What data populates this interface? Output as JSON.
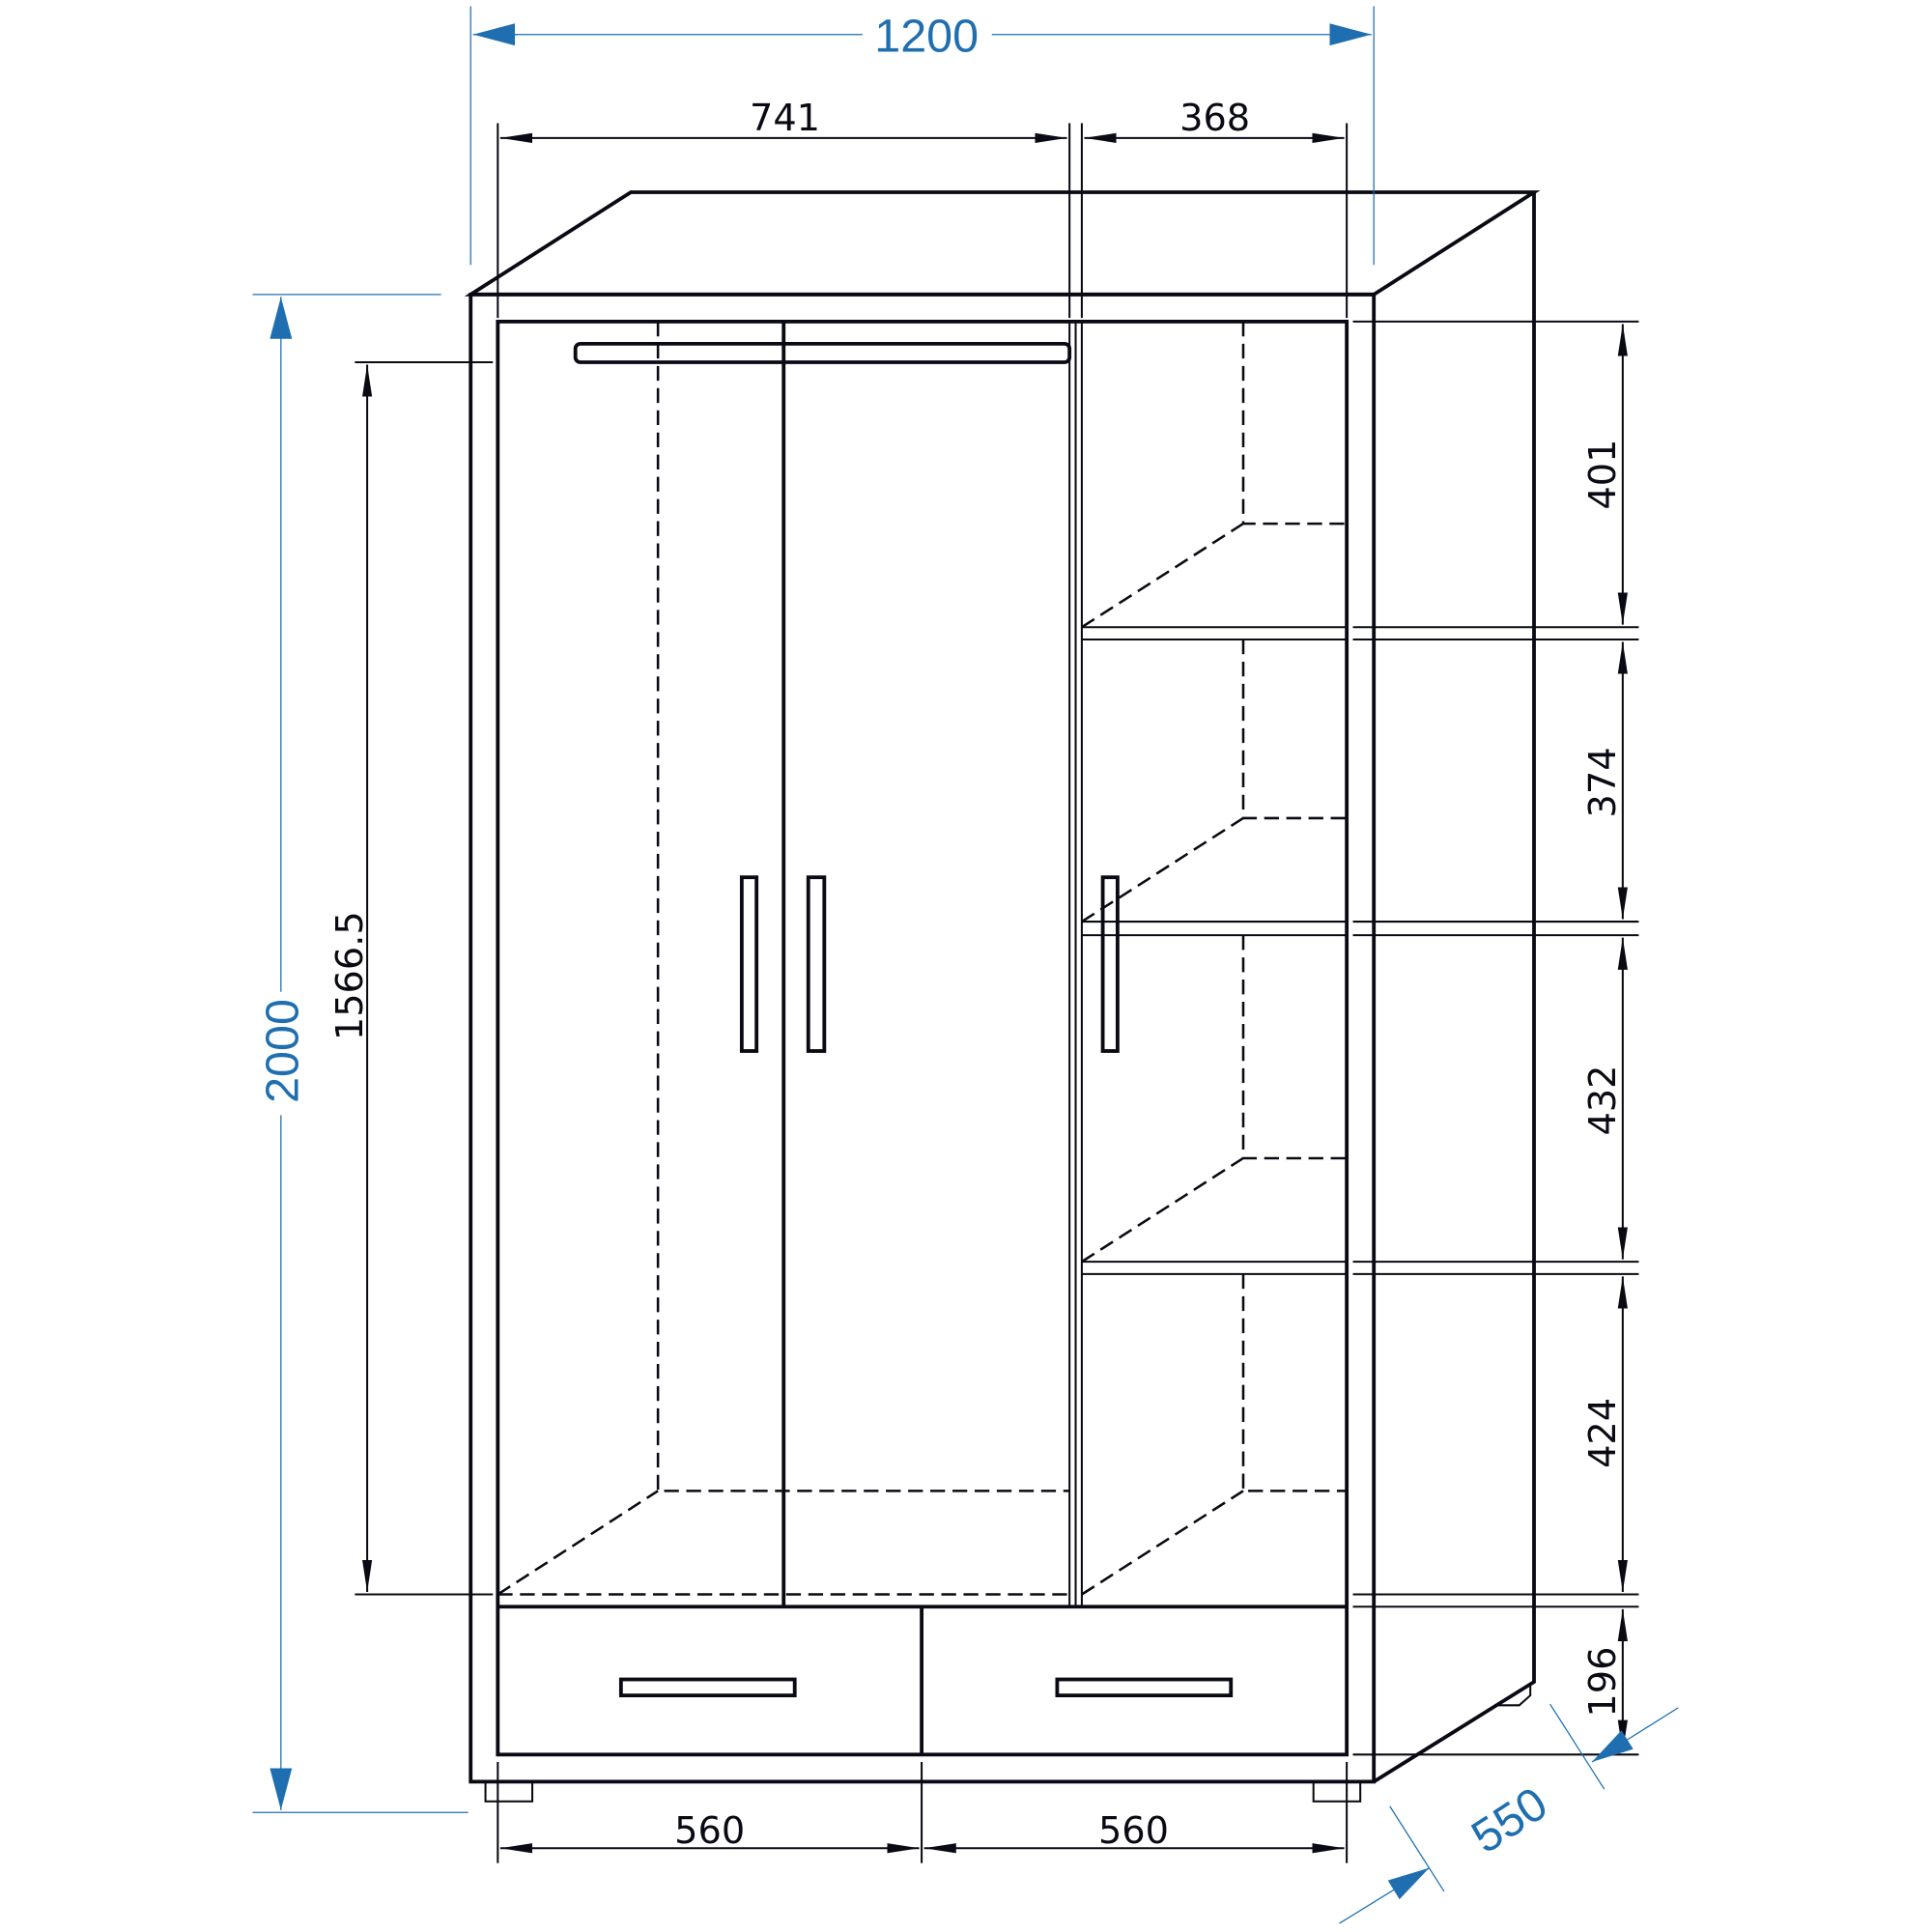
{
  "drawing": {
    "title": "Wardrobe dimension drawing",
    "colors": {
      "line": "#0a0a14",
      "accent": "#1f6fb0"
    },
    "overall": {
      "width": "1200",
      "height": "2000",
      "depth": "550"
    },
    "top": {
      "left_compartment": "741",
      "right_compartment": "368"
    },
    "left_side": {
      "rail_height": "1566.5"
    },
    "right_side": {
      "shelf_1": "401",
      "shelf_2": "374",
      "shelf_3": "432",
      "shelf_4": "424",
      "drawer": "196"
    },
    "bottom": {
      "drawer_left": "560",
      "drawer_right": "560"
    }
  }
}
